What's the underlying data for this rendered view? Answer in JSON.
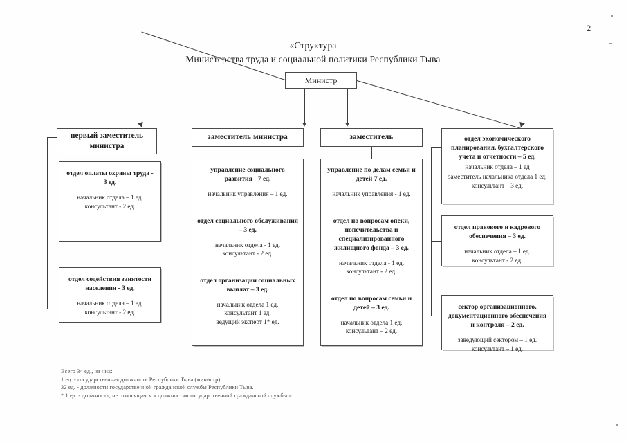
{
  "page": {
    "number": "2"
  },
  "title": {
    "line1": "«Структура",
    "line2": "Министерства труда и социальной политики Республики Тыва"
  },
  "top": {
    "minister": "Министр"
  },
  "deputies": {
    "first_deputy": "первый заместитель министра",
    "deputy_minister": "заместитель министра",
    "deputy": "заместитель"
  },
  "col1": {
    "unit1": {
      "head": "отдел оплаты охраны труда - 3 ед.",
      "lines": [
        "начальник отдела – 1 ед.",
        "консультант - 2 ед."
      ]
    },
    "unit2": {
      "head": "отдел содействия занятости населения - 3 ед.",
      "lines": [
        "начальник отдела – 1 ед.",
        "консультант - 2 ед."
      ]
    }
  },
  "col2": {
    "group1": {
      "head": "управление социального развития -  7 ед.",
      "lines": [
        "начальник управления – 1 ед."
      ]
    },
    "group2": {
      "head": "отдел социального обслуживания – 3 ед.",
      "lines": [
        "начальник отдела -  1 ед.",
        "консультант - 2 ед."
      ]
    },
    "group3": {
      "head": "отдел организации социальных выплат – 3 ед.",
      "lines": [
        "начальник отдела    1 ед.",
        "консультант    1 ед.",
        "ведущий эксперт    1* ед."
      ]
    }
  },
  "col3": {
    "group1": {
      "head": "управление по делам семьи и детей 7 ед.",
      "lines": [
        "начальник управления -  1 ед."
      ]
    },
    "group2": {
      "head": "отдел по вопросам опеки, попечительства и специализированного жилищного фонда – 3 ед.",
      "lines": [
        "начальник отдела - 1 ед.",
        "консультант - 2 ед."
      ]
    },
    "group3": {
      "head": "отдел по вопросам семьи и детей – 3 ед.",
      "lines": [
        "начальник отдела    1 ед.",
        "консультант – 2 ед."
      ]
    }
  },
  "col4": {
    "unit1": {
      "head": "отдел экономического планирования, бухгалтерского учета и отчетности – 5 ед.",
      "lines": [
        "начальник отдела – 1 ед",
        "заместитель начальника отдела    1 ед.",
        "консультант – 3 ед."
      ]
    },
    "unit2": {
      "head": "отдел правового и кадрового обеспечения – 3 ед.",
      "lines": [
        "начальник отдела – 1 ед.",
        "консультант - 2 ед."
      ]
    },
    "unit3": {
      "head": "сектор организационного, документационного обеспечения и контроля – 2 ед.",
      "lines": [
        "заведующий сектором – 1 ед.",
        "консультант – 1 ед."
      ]
    }
  },
  "footnote": {
    "line1": "Всего 34 ед., из них:",
    "line2": "1 ед. - государственная должность Республики Тыва (министр);",
    "line3": "32 ед. - должности государственной гражданской службы Республики Тыва.",
    "line4": "* 1 ед. - должность, не относящаяся к должностям государственной гражданской службы.»."
  }
}
